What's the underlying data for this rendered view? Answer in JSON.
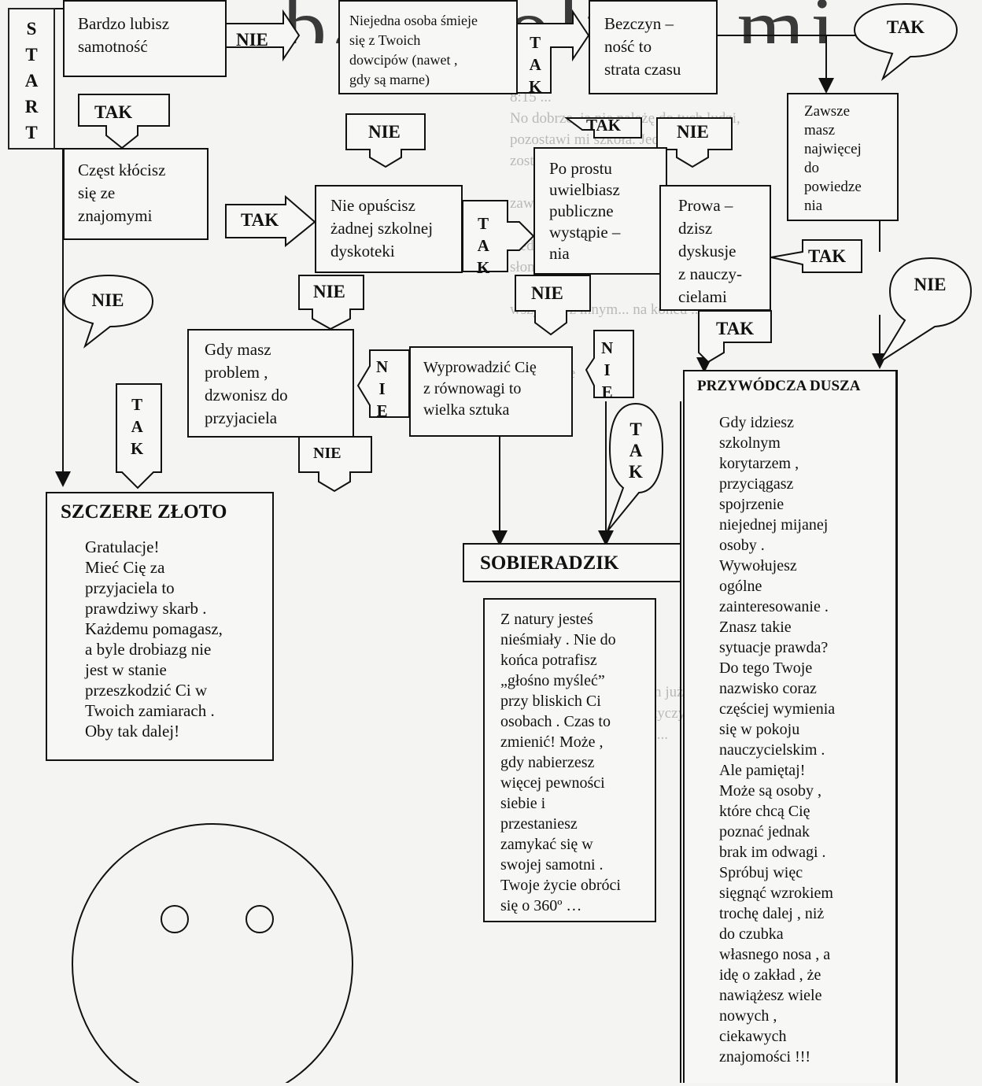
{
  "background": {
    "heading_fragment": "bazgroły ę mi",
    "article_text": "8:15 ...\nNo dobrze, ja nie należę do tych ludzi,\npozostawi mi szkoła. Jeden dzień nie\nzostało mi do wakacji ...\n\nzawsze do szkoły, ale to ... wszystko\n\nsiedzę w domu i czekam na koniec\nsłoneczne\n\nwszystko z innym... na końcu ...\n\n\nprzyjaciele\n\n\n\n\n\n\n\n\n\n\n\n\n\n\nnie mogę spać. Cały dom już był\nz zajęcia, który mnie dotyczy.\ndo dnia, który ... na tym ..."
  },
  "flowchart": {
    "start_label": "S\nT\nA\nR\nT",
    "boxes": {
      "samotnosc": "Bardzo lubisz\nsamotność",
      "dowcipy": "Niejedna osoba śmieje\nsię z Twoich\ndowcipów (nawet ,\ngdy są marne)",
      "bezczynnosc": "Bezczyn –\nność to\nstrata czasu",
      "znajomi": "Częst kłócisz\nsię ze\nznajomymi",
      "dyskoteki": "Nie opuścisz\nżadnej szkolnej\ndyskoteki",
      "publiczne": "Po prostu\nuwielbiasz\npubliczne\nwystąpie –\nnia",
      "najwiecej": "Zawsze\nmasz\nnajwięcej\ndo\npowiedze\nnia",
      "prowa": "Prowa –\ndzisz\ndyskusje\nz nauczy-\ncielami",
      "problem": "Gdy masz\nproblem ,\ndzwonisz do\nprzyjaciela",
      "rownowaga": "Wyprowadzić Cię\nz równowagi to\nwielka sztuka"
    },
    "labels": {
      "nie_1": "NIE",
      "tak_1": "TAK",
      "tak_top_right": "TAK",
      "nie_2": "NIE",
      "tak_2": "TAK",
      "nie_3": "NIE",
      "tak_3": "TAK",
      "tak_vert_1": "T\nA\nK",
      "tak_vert_2": "T\nA\nK",
      "tak_4": "TAK",
      "nie_bubble_left": "NIE",
      "nie_4": "NIE",
      "nie_5": "NIE",
      "nie_bubble_right": "NIE",
      "tak_5": "TAK",
      "tak_vert_3": "T\nA\nK",
      "nie_vert_1": "N\nI\nE",
      "nie_vert_2": "N\nI\nE",
      "nie_6": "NIE",
      "tak_bubble_vert": "T\nA\nK"
    },
    "results": {
      "zloto": {
        "title": "SZCZERE ZŁOTO",
        "text": "Gratulacje!\nMieć Cię za\nprzyjaciela to\nprawdziwy skarb .\nKażdemu pomagasz,\n  a byle drobiazg nie\njest w stanie\nprzeszkodzić Ci w\nTwoich zamiarach .\nOby tak dalej!"
      },
      "sobieradzik": {
        "title": "SOBIERADZIK",
        "text": "Z natury jesteś\nnieśmiały . Nie do\nkońca potrafisz\n„głośno myśleć”\nprzy bliskich Ci\nosobach . Czas to\nzmienić! Może ,\ngdy nabierzesz\nwięcej pewności\nsiebie i\nprzestaniesz\nzamykać się w\nswojej samotni .\nTwoje życie obróci\nsię o 360º …"
      },
      "przywodcza": {
        "title": "PRZYWÓDCZA DUSZA",
        "text": "Gdy idziesz\nszkolnym\nkorytarzem ,\nprzyciągasz\nspojrzenie\nniejednej mijanej\nosoby .\nWywołujesz\nogólne\nzainteresowanie .\nZnasz takie\nsytuacje prawda?\nDo tego Twoje\nnazwisko coraz\nczęściej wymienia\nsię w pokoju\nnauczycielskim .\nAle pamiętaj!\nMoże są osoby ,\nktóre chcą Cię\npoznać jednak\nbrak im odwagi .\nSpróbuj więc\nsięgnąć wzrokiem\ntrochę dalej , niż\ndo czubka\nwłasnego nosa , a\nidę o zakład , że\nnawiążesz wiele\nnowych ,\nciekawych\nznajomości !!!"
      }
    }
  }
}
